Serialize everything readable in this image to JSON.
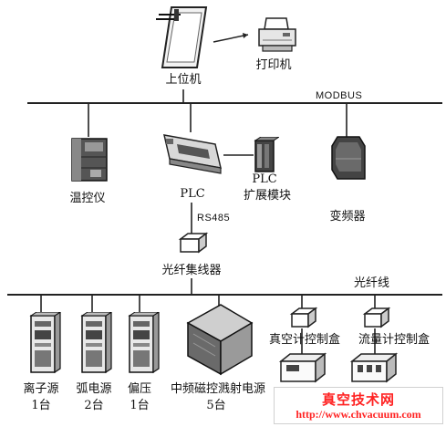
{
  "nodes": {
    "host_pc": "上位机",
    "printer": "打印机",
    "temp_ctrl": "温控仪",
    "plc": "PLC",
    "plc_ext_line1": "PLC",
    "plc_ext_line2": "扩展模块",
    "vfd": "变频器",
    "rs485": "RS485",
    "fiber_hub": "光纤集线器",
    "ion_source": "离子源",
    "ion_count": "1台",
    "arc_power": "弧电源",
    "arc_count": "2台",
    "bias": "偏压",
    "bias_count": "1台",
    "sputter_power": "中频磁控溅射电源",
    "sputter_count": "5台",
    "vac_gauge_box": "真空计控制盒",
    "flow_box": "流量计控制盒"
  },
  "buses": {
    "modbus": "MODBUS",
    "fiber": "光纤线"
  },
  "watermark": {
    "title": "真空技术网",
    "url": "http://www.chvacuum.com"
  }
}
